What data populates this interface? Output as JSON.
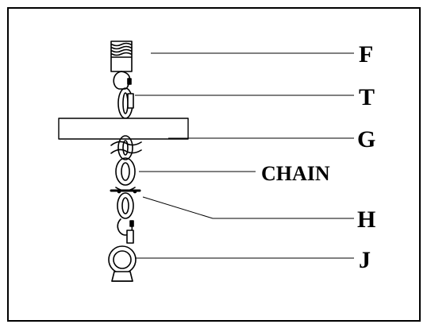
{
  "diagram": {
    "labels": {
      "F": "F",
      "T": "T",
      "G": "G",
      "chain": "CHAIN",
      "H": "H",
      "J": "J"
    },
    "colors": {
      "stroke": "#000000",
      "background": "#ffffff"
    }
  }
}
